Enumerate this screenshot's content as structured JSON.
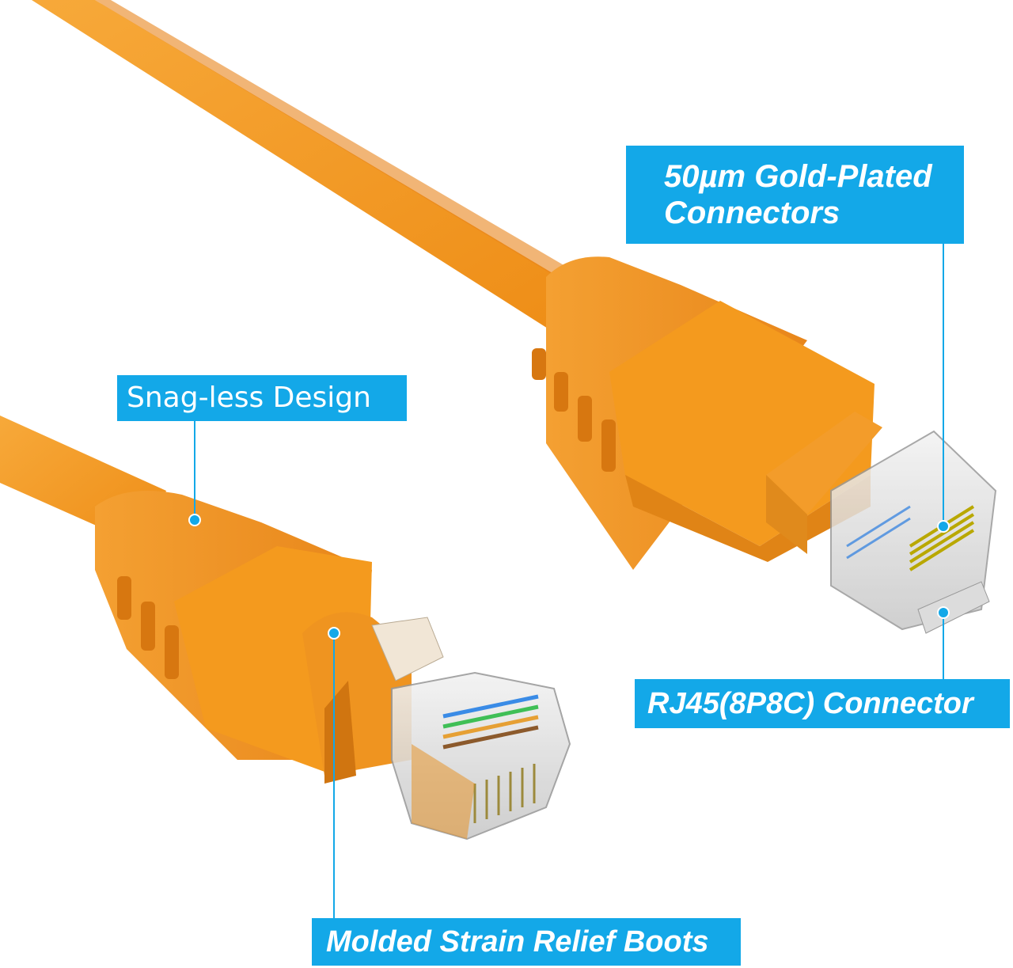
{
  "colors": {
    "callout_bg": "#13a8e8",
    "callout_text": "#ffffff",
    "cable_orange": "#f49a1e",
    "cable_shadow": "#e0861a",
    "leader_line": "#13a8e8"
  },
  "callouts": {
    "gold_plated": {
      "line1": "50µm Gold-Plated",
      "line2": "Connectors"
    },
    "snagless": "Snag-less Design",
    "rj45": "RJ45(8P8C) Connector",
    "boots": "Molded Strain Relief Boots"
  },
  "image": {
    "subject": "ethernet-cable-product-photo",
    "connector_icon": "rj45-plug-icon",
    "boot_icon": "strain-relief-boot-icon"
  }
}
